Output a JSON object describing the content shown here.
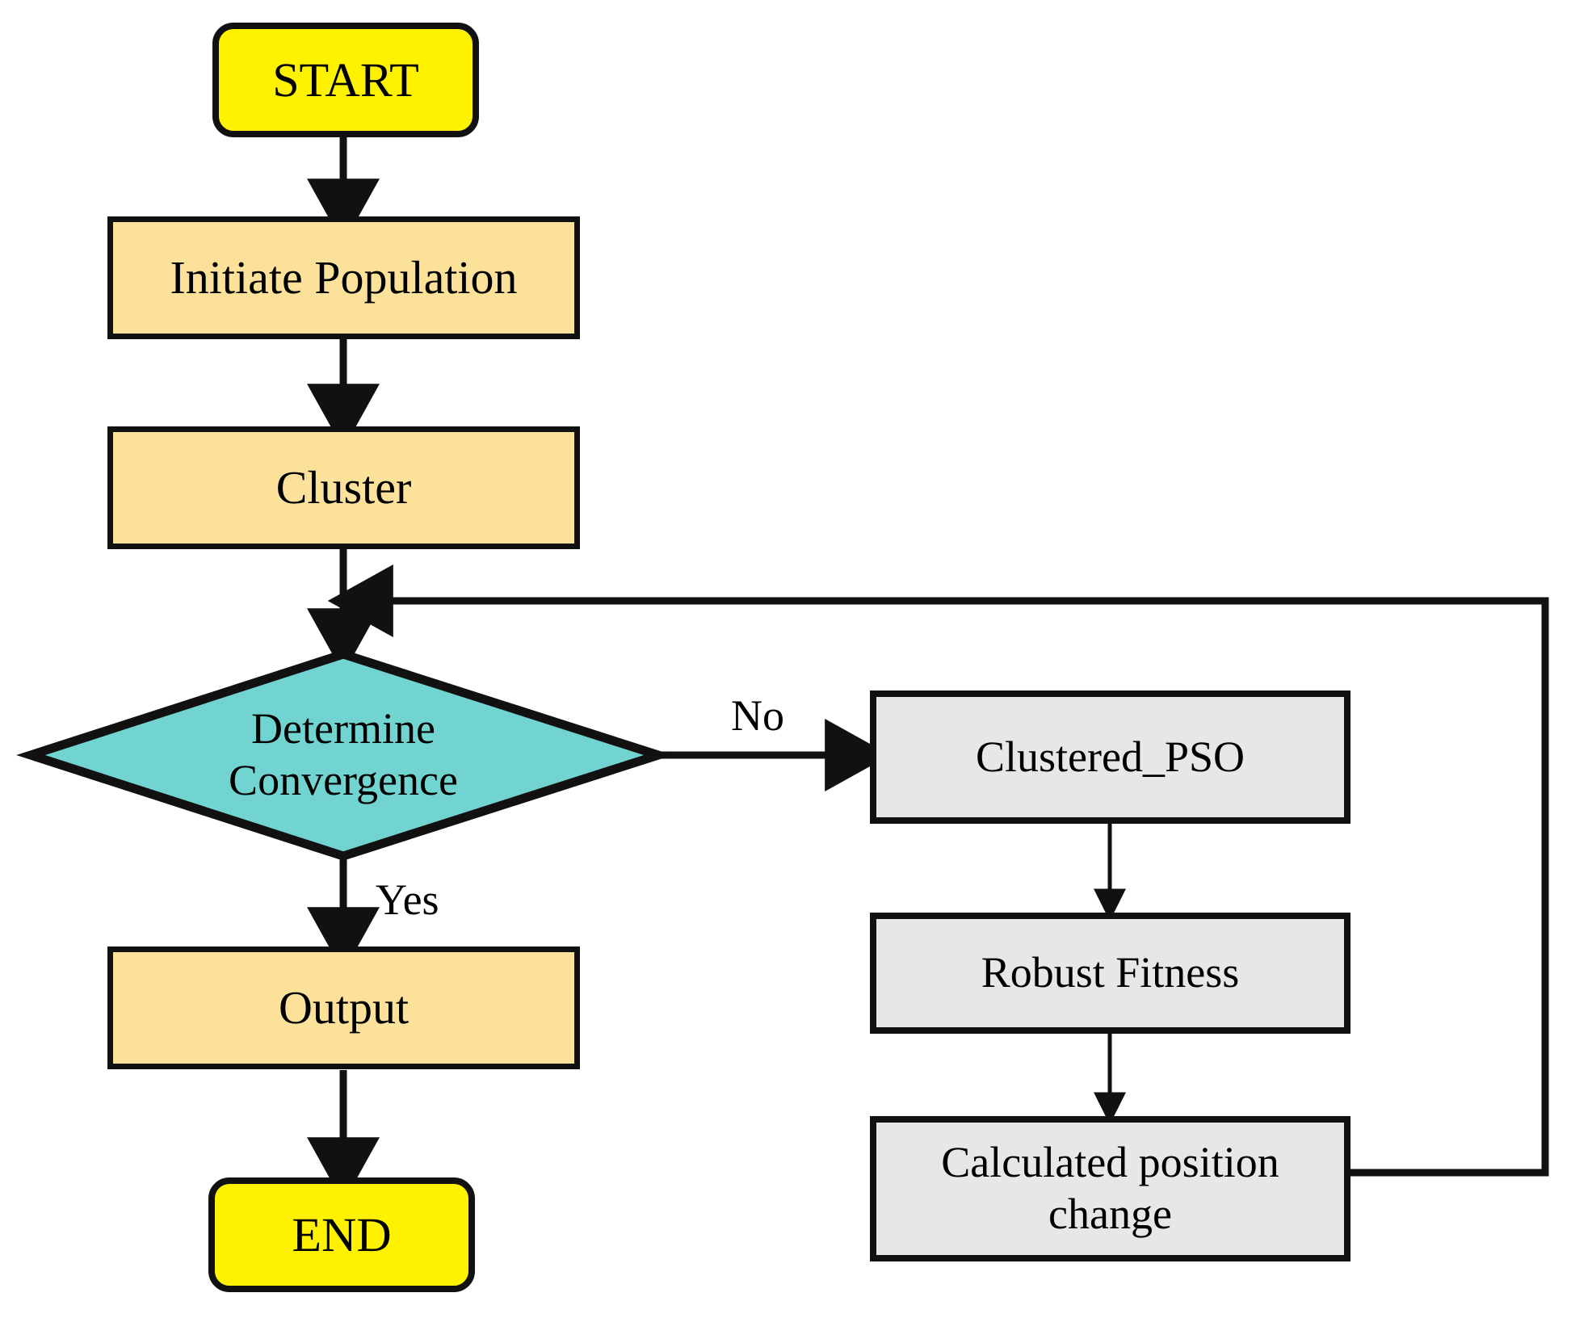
{
  "diagram": {
    "title": "Clustered PSO algorithm flowchart",
    "type": "flowchart",
    "background": "#FFFFFF",
    "colors": {
      "terminator_fill": "#FFF200",
      "process_fill": "#FBE199",
      "decision_fill": "#72D4D0",
      "subprocess_fill": "#E7E7E7",
      "stroke": "#111111"
    },
    "nodes": {
      "start": {
        "label": "START",
        "shape": "terminator"
      },
      "initiate_population": {
        "label": "Initiate Population",
        "shape": "process"
      },
      "cluster": {
        "label": "Cluster",
        "shape": "process"
      },
      "determine_convergence": {
        "label": "Determine\nConvergence",
        "shape": "decision"
      },
      "output": {
        "label": "Output",
        "shape": "process"
      },
      "end": {
        "label": "END",
        "shape": "terminator"
      },
      "clustered_pso": {
        "label": "Clustered_PSO",
        "shape": "process"
      },
      "robust_fitness": {
        "label": "Robust Fitness",
        "shape": "process"
      },
      "calculated_position_change": {
        "label": "Calculated position\nchange",
        "shape": "process"
      }
    },
    "edge_labels": {
      "no": "No",
      "yes": "Yes"
    },
    "edges": [
      {
        "from": "start",
        "to": "initiate_population",
        "label": ""
      },
      {
        "from": "initiate_population",
        "to": "cluster",
        "label": ""
      },
      {
        "from": "cluster",
        "to": "determine_convergence",
        "label": ""
      },
      {
        "from": "determine_convergence",
        "to": "clustered_pso",
        "label": "No"
      },
      {
        "from": "determine_convergence",
        "to": "output",
        "label": "Yes"
      },
      {
        "from": "output",
        "to": "end",
        "label": ""
      },
      {
        "from": "clustered_pso",
        "to": "robust_fitness",
        "label": ""
      },
      {
        "from": "robust_fitness",
        "to": "calculated_position_change",
        "label": ""
      },
      {
        "from": "calculated_position_change",
        "to": "determine_convergence",
        "label": ""
      }
    ]
  }
}
